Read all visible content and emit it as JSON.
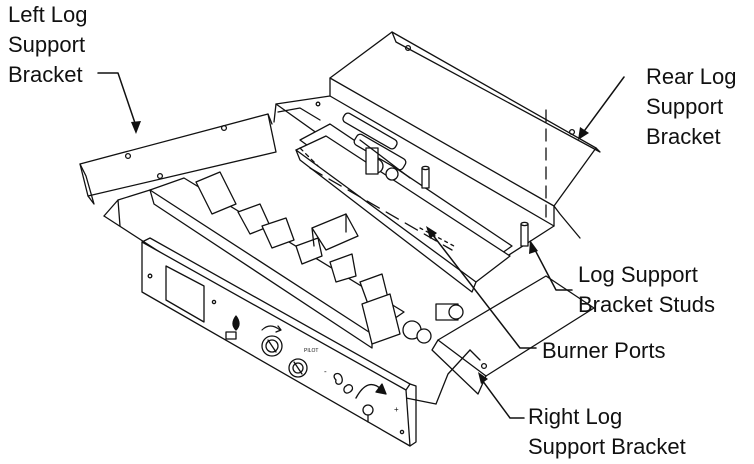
{
  "labels": {
    "left_bracket": [
      "Left Log",
      "Support",
      "Bracket"
    ],
    "rear_bracket": [
      "Rear Log",
      "Support",
      "Bracket"
    ],
    "studs": [
      "Log Support",
      "Bracket Studs"
    ],
    "burner_ports": [
      "Burner Ports"
    ],
    "right_bracket": [
      "Right Log",
      "Support Bracket"
    ]
  },
  "panel_text": {
    "knob_label": "PILOT",
    "marks": [
      "+",
      "-"
    ]
  },
  "colors": {
    "ink": "#111111",
    "paper": "#ffffff"
  },
  "icons": [
    "flame-icon",
    "knob-icon",
    "igniter-icon",
    "fan-icon",
    "arrow-icon"
  ]
}
